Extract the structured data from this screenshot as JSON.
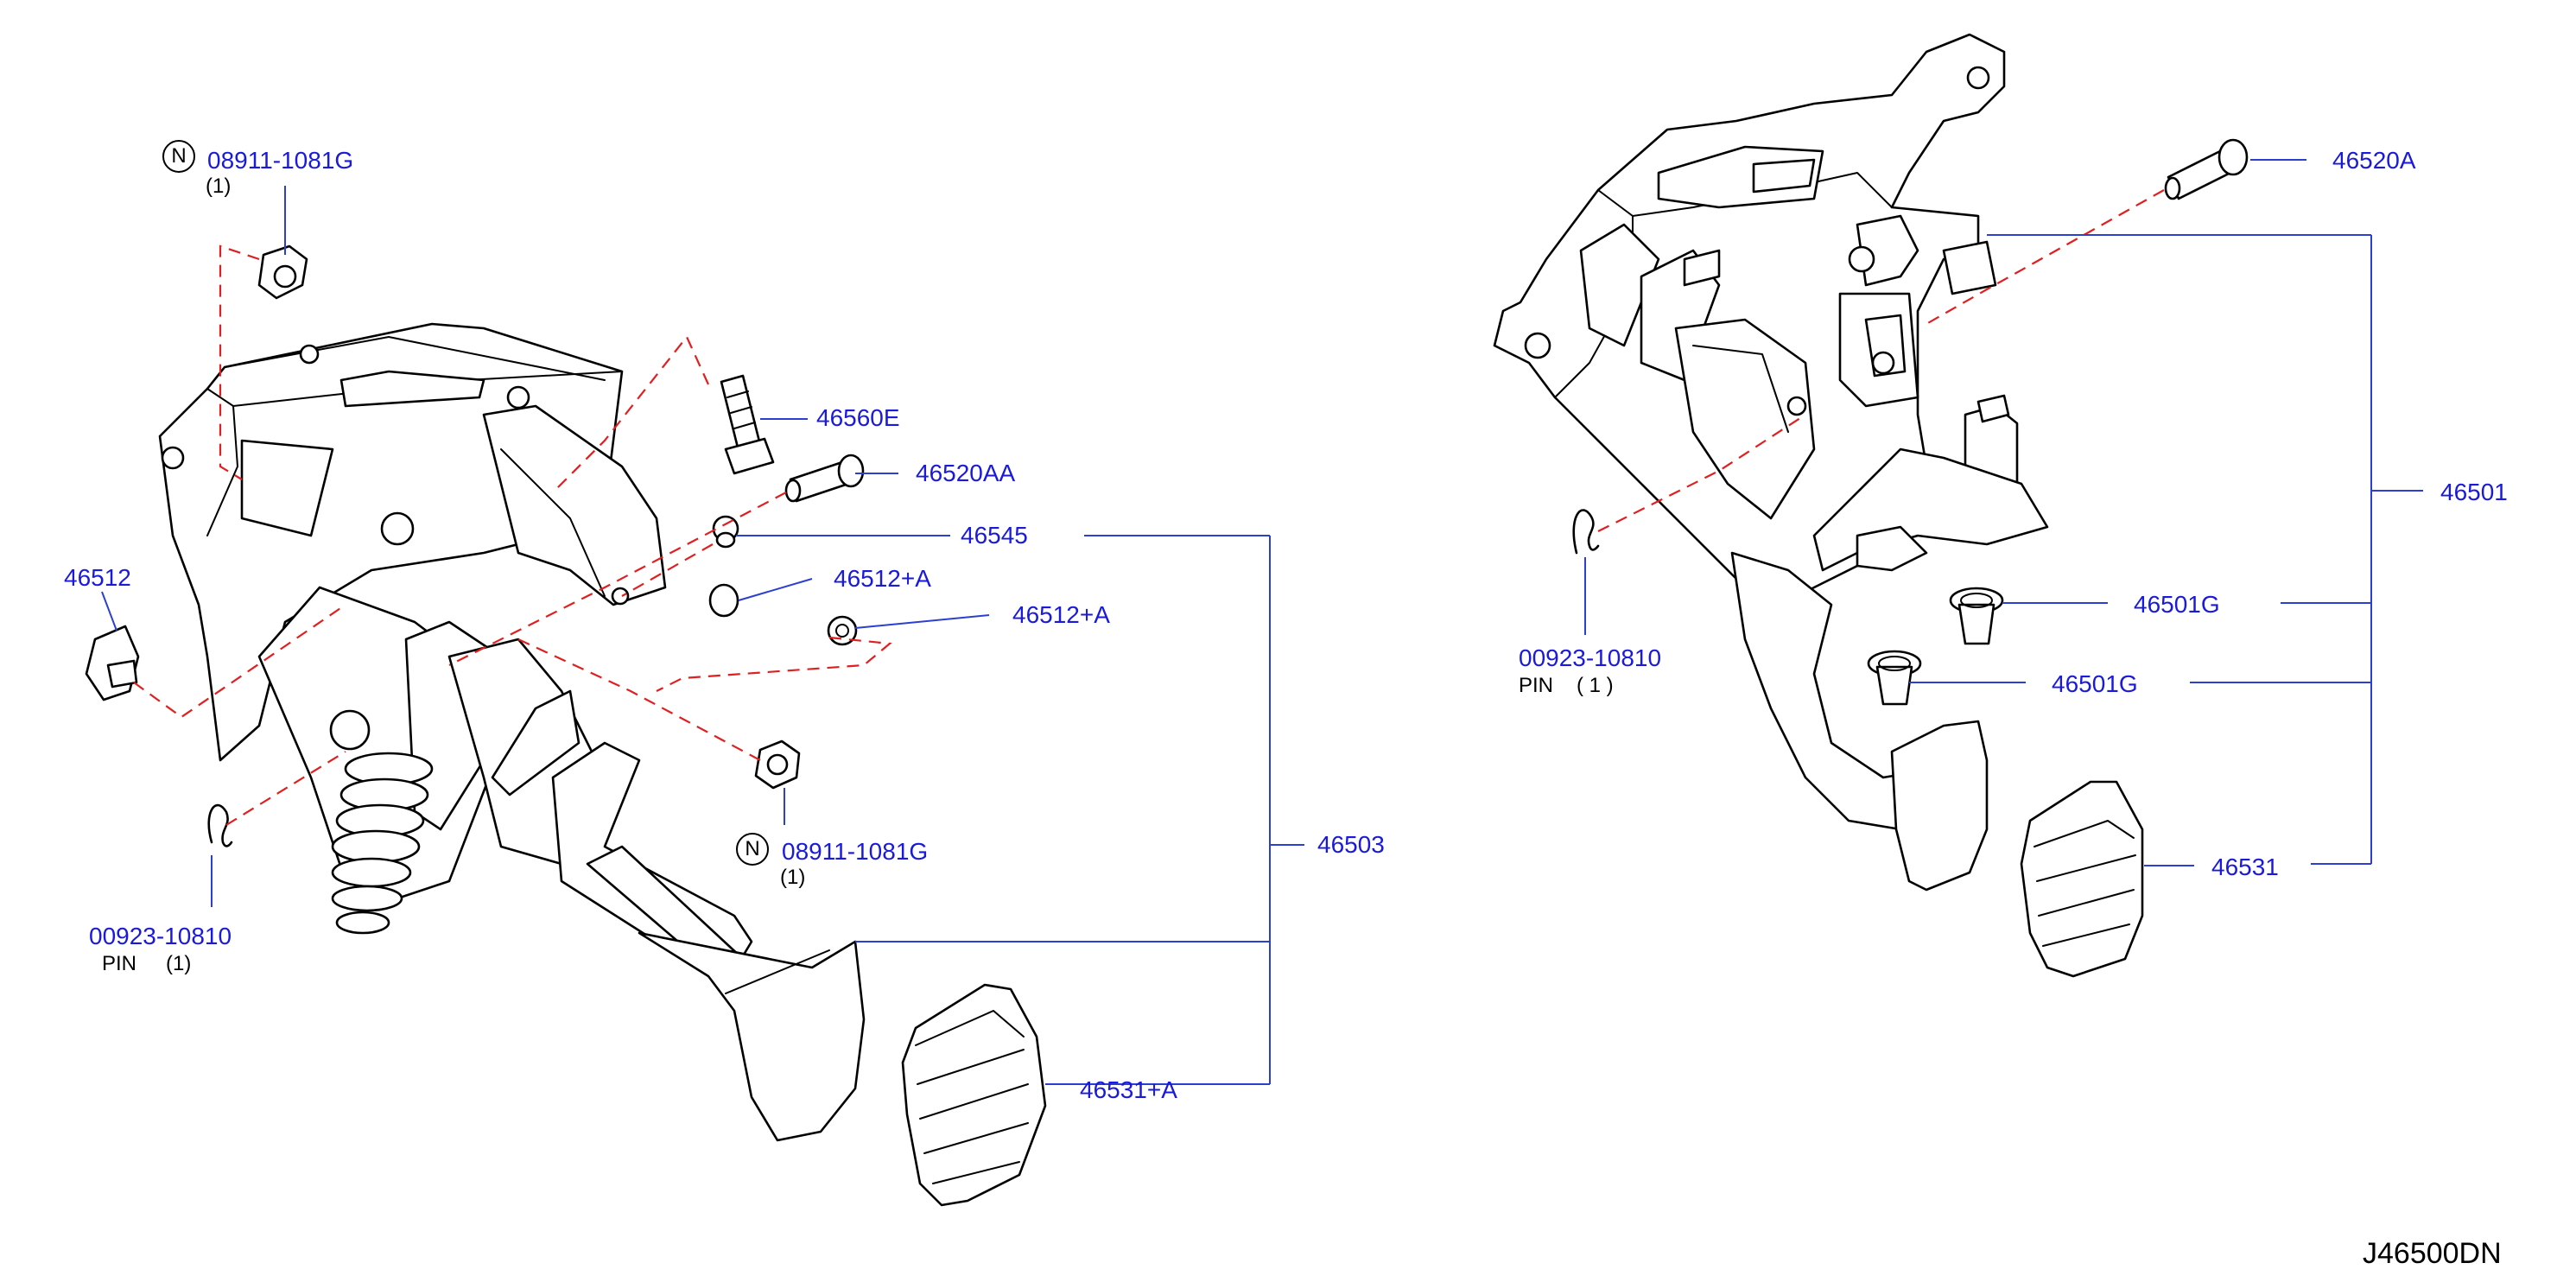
{
  "diagram": {
    "reference_code": "J46500DN",
    "left_assembly": {
      "callouts": [
        {
          "id": "nut_top",
          "badge": "N",
          "part": "08911-1081G",
          "qty": "(1)"
        },
        {
          "id": "bolt_46560E",
          "part": "46560E"
        },
        {
          "id": "bolt_46520AA",
          "part": "46520AA"
        },
        {
          "id": "bush_46545",
          "part": "46545"
        },
        {
          "id": "clip_46512",
          "part": "46512"
        },
        {
          "id": "stop_46512A_1",
          "part": "46512+A"
        },
        {
          "id": "stop_46512A_2",
          "part": "46512+A"
        },
        {
          "id": "nut_bottom",
          "badge": "N",
          "part": "08911-1081G",
          "qty": "(1)"
        },
        {
          "id": "pedal_assy",
          "part": "46503"
        },
        {
          "id": "pin_left",
          "part": "00923-10810",
          "note": "PIN",
          "qty": "(1)"
        },
        {
          "id": "pad_left",
          "part": "46531+A"
        }
      ]
    },
    "right_assembly": {
      "callouts": [
        {
          "id": "bolt_46520A",
          "part": "46520A"
        },
        {
          "id": "pedal_assy_right",
          "part": "46501"
        },
        {
          "id": "grommet_1",
          "part": "46501G"
        },
        {
          "id": "grommet_2",
          "part": "46501G"
        },
        {
          "id": "pad_right",
          "part": "46531"
        },
        {
          "id": "pin_right",
          "part": "00923-10810",
          "note": "PIN",
          "qty": "( 1 )"
        }
      ]
    },
    "colors": {
      "label": "#1a1adc",
      "leader": "#2b3fd0",
      "dashed_guide": "#e02020",
      "line_art": "#000000"
    }
  }
}
